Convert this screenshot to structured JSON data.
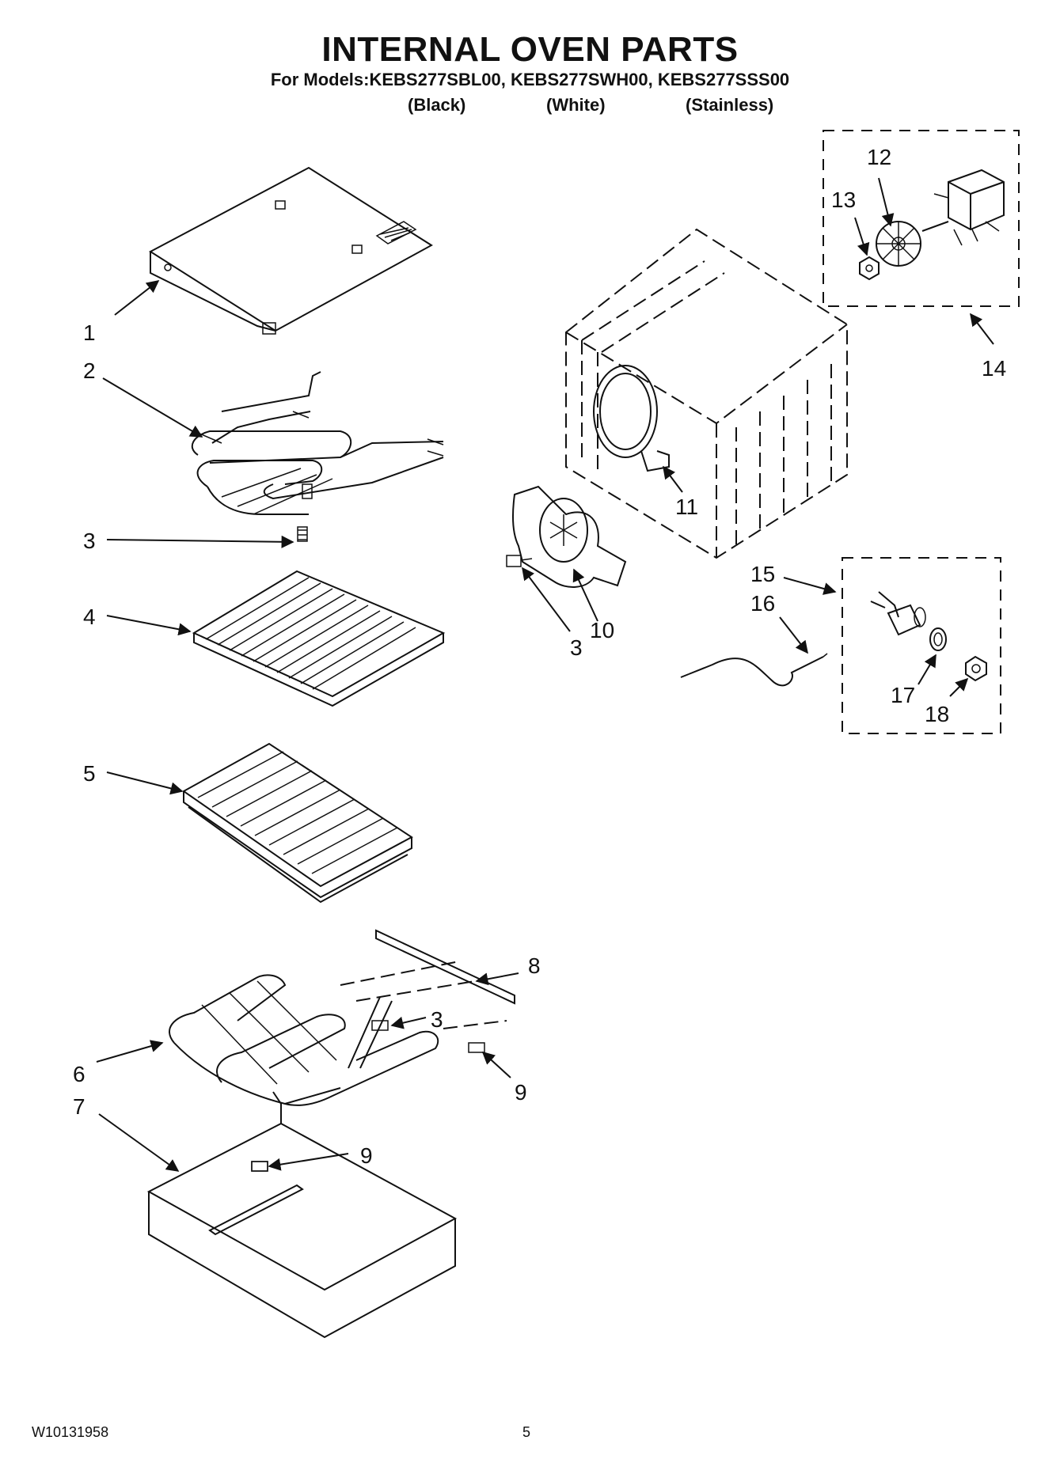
{
  "header": {
    "title": "INTERNAL OVEN PARTS",
    "models_line": "For Models:KEBS277SBL00, KEBS277SWH00, KEBS277SSS00",
    "variants": [
      "(Black)",
      "(White)",
      "(Stainless)"
    ]
  },
  "callouts": {
    "c1": "1",
    "c2": "2",
    "c3a": "3",
    "c4": "4",
    "c5": "5",
    "c6": "6",
    "c7": "7",
    "c8": "8",
    "c3b": "3",
    "c9a": "9",
    "c9b": "9",
    "c3c": "3",
    "c10": "10",
    "c11": "11",
    "c12": "12",
    "c13": "13",
    "c14": "14",
    "c15": "15",
    "c16": "16",
    "c17": "17",
    "c18": "18"
  },
  "footer": {
    "doc_id": "W10131958",
    "page_number": "5"
  }
}
